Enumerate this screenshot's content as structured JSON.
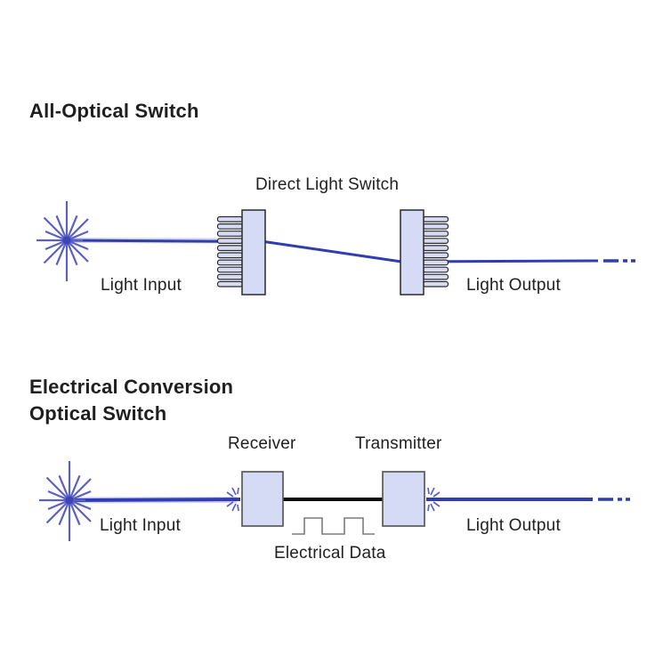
{
  "page": {
    "type": "optical-switch-comparison-diagram",
    "background": "#ffffff"
  },
  "colors": {
    "beam_blue": "#2f3db0",
    "beam_halo_blue": "#98a0e2",
    "starburst_blue": "#5a60c6",
    "component_fill": "#d5daf5",
    "component_border_dark": "#2a2a2a",
    "component_border_gray": "#5a5a5a",
    "electrical_wire_black": "#0a0a0a",
    "square_wave_gray": "#7b7b7b",
    "text": "#1f1f1f"
  },
  "icons": {
    "light_source": "starburst-icon",
    "entry_flash": "light-spark-icon",
    "grating_block": "comb-grating-icon",
    "electrical_signal": "square-wave-icon"
  },
  "diagram1": {
    "title": "All-Optical Switch",
    "switch_label": "Direct Light Switch",
    "input_label": "Light Input",
    "output_label": "Light Output"
  },
  "diagram2": {
    "title_line1": "Electrical Conversion",
    "title_line2": "Optical Switch",
    "receiver_label": "Receiver",
    "transmitter_label": "Transmitter",
    "input_label": "Light Input",
    "output_label": "Light Output",
    "electrical_label": "Electrical Data"
  }
}
